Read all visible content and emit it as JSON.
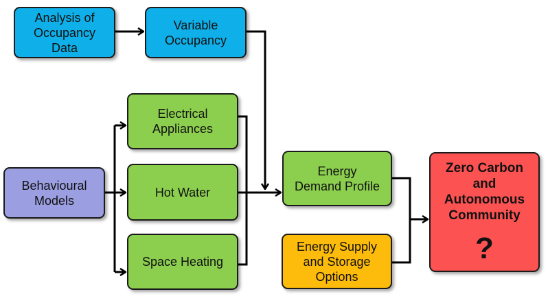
{
  "diagram": {
    "nodes": {
      "analysis": {
        "lines": [
          "Analysis of",
          "Occupancy",
          "Data"
        ],
        "color": "#0fb0ea"
      },
      "variable_occupancy": {
        "lines": [
          "Variable",
          "Occupancy"
        ],
        "color": "#0fb0ea"
      },
      "behavioural": {
        "lines": [
          "Behavioural",
          "Models"
        ],
        "color": "#9b9ee0"
      },
      "electrical": {
        "lines": [
          "Electrical",
          "Appliances"
        ],
        "color": "#8ccf4f"
      },
      "hot_water": {
        "lines": [
          "Hot Water"
        ],
        "color": "#8ccf4f"
      },
      "space_heating": {
        "lines": [
          "Space Heating"
        ],
        "color": "#8ccf4f"
      },
      "energy_demand": {
        "lines": [
          "Energy",
          "Demand Profile"
        ],
        "color": "#8ccf4f"
      },
      "energy_supply": {
        "lines": [
          "Energy Supply",
          "and Storage",
          "Options"
        ],
        "color": "#fdbb0b"
      },
      "zero_carbon": {
        "lines": [
          "Zero Carbon",
          "and",
          "Autonomous",
          "Community"
        ],
        "symbol": "?",
        "color": "#fd5252"
      }
    },
    "edges": [
      {
        "from": "analysis",
        "to": "variable_occupancy"
      },
      {
        "from": "variable_occupancy",
        "to": "energy_demand"
      },
      {
        "from": "behavioural",
        "to": "electrical"
      },
      {
        "from": "behavioural",
        "to": "hot_water"
      },
      {
        "from": "behavioural",
        "to": "space_heating"
      },
      {
        "from": "electrical",
        "to": "energy_demand"
      },
      {
        "from": "hot_water",
        "to": "energy_demand"
      },
      {
        "from": "space_heating",
        "to": "energy_demand"
      },
      {
        "from": "energy_demand",
        "to": "zero_carbon"
      },
      {
        "from": "energy_supply",
        "to": "zero_carbon"
      }
    ]
  }
}
